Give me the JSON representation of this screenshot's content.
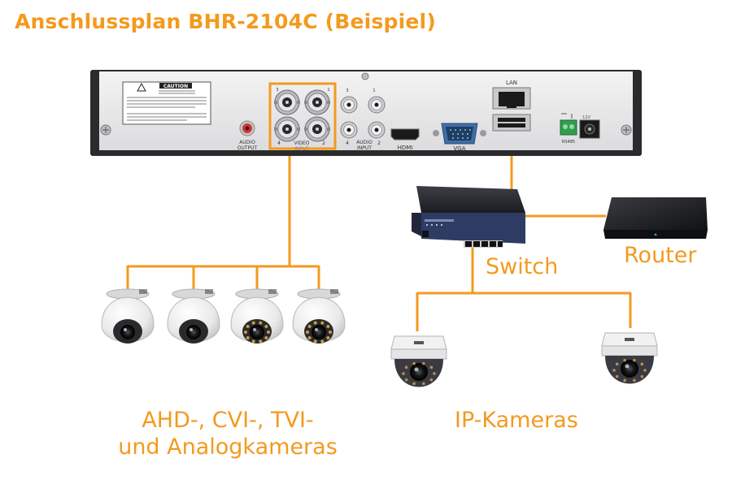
{
  "title": "Anschlussplan BHR-2104C (Beispiel)",
  "colors": {
    "accent": "#f39a1e",
    "recorder_panel": "#e9e9ea",
    "recorder_frame": "#2b2b2d",
    "device_dark": "#1c1d22",
    "switch_blue": "#2e3c64"
  },
  "recorder": {
    "caution_heading": "CAUTION",
    "port_labels": {
      "audio_output": [
        "AUDIO",
        "OUTPUT"
      ],
      "video": "VIDEO",
      "video_input": "INPUT",
      "video_numbers": [
        "3",
        "1",
        "4",
        "2"
      ],
      "audio_input": [
        "AUDIO",
        "INPUT"
      ],
      "audio_numbers": [
        "3",
        "1",
        "4",
        "2"
      ],
      "hdmi": "HDMI",
      "vga": "VGA",
      "lan": "LAN",
      "rs485": "RS485",
      "power": "12V"
    }
  },
  "devices": {
    "switch_label": "Switch",
    "router_label": "Router"
  },
  "groups": {
    "analog_cameras": [
      "AHD-, CVI-, TVI-",
      "und Analogkameras"
    ],
    "ip_cameras": "IP-Kameras"
  },
  "icons": [
    "bnc-connector-icon",
    "rca-connector-icon",
    "hdmi-port-icon",
    "vga-port-icon",
    "lan-port-icon",
    "screw-icon",
    "dome-camera-icon",
    "ip-dome-camera-icon",
    "network-switch-icon",
    "router-icon",
    "warning-triangle-icon"
  ]
}
